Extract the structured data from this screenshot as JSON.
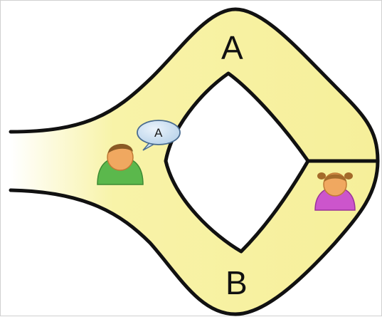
{
  "diagram": {
    "path_top_label": "A",
    "path_bottom_label": "B",
    "speech_bubble_text": "A",
    "colors": {
      "path_fill": "#f8f3a8",
      "wall": "#111111",
      "man_shirt": "#5bb84c",
      "girl_shirt": "#cc55cc",
      "skin": "#f0a860",
      "man_hair": "#8a5a25",
      "girl_hair": "#a36a2a",
      "bubble_fill": "#cfe3f4",
      "bubble_stroke": "#4a6c90"
    }
  }
}
